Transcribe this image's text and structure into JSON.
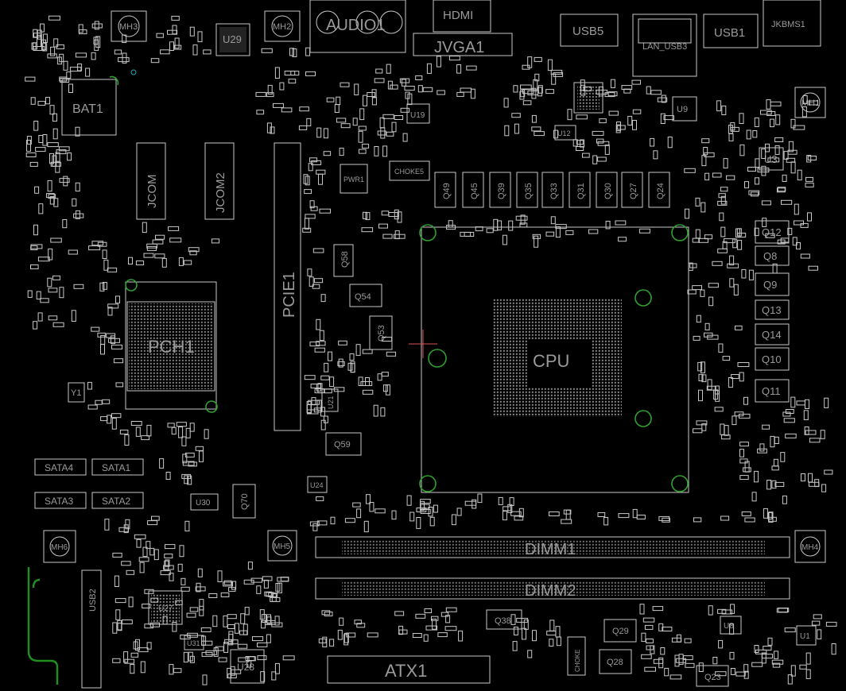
{
  "board": {
    "background": "#000000",
    "silkscreen_color": "#c8c8c8",
    "hole_color": "#2fa02f"
  },
  "labels": {
    "mh3": "MH3",
    "mh2": "MH2",
    "mh1": "MH1",
    "mh4": "MH4",
    "mh5": "MH5",
    "mh6": "MH6",
    "u29": "U29",
    "audio1": "AUDIO1",
    "hdmi": "HDMI",
    "jvga1": "JVGA1",
    "usb5": "USB5",
    "lan_usb3": "LAN_USB3",
    "usb1": "USB1",
    "jkbms1": "JKBMS1",
    "bat1": "BAT1",
    "u19": "U19",
    "u9": "U9",
    "u12": "U12",
    "u3": "U3",
    "u1": "U1",
    "u8": "U8",
    "u21": "U21",
    "u24": "U24",
    "u30": "U30",
    "u31": "U31",
    "u28": "U28",
    "u27": "U27",
    "pwr1": "PWR1",
    "choke5": "CHOKE5",
    "choke": "CHOKE",
    "jcom": "JCOM",
    "jcom2": "JCOM2",
    "pcie1": "PCIE1",
    "pch1": "PCH1",
    "y1": "Y1",
    "cpu": "CPU",
    "q49": "Q49",
    "q45": "Q45",
    "q39": "Q39",
    "q35": "Q35",
    "q33": "Q33",
    "q31": "Q31",
    "q30": "Q30",
    "q27": "Q27",
    "q24": "Q24",
    "q58": "Q58",
    "q54": "Q54",
    "q53": "Q53",
    "q59": "Q59",
    "q70": "Q70",
    "q12": "Q12",
    "q8": "Q8",
    "q9": "Q9",
    "q13": "Q13",
    "q14": "Q14",
    "q10": "Q10",
    "q11": "Q11",
    "q38": "Q38",
    "q29": "Q29",
    "q28": "Q28",
    "q23": "Q23",
    "sata4": "SATA4",
    "sata1": "SATA1",
    "sata3": "SATA3",
    "sata2": "SATA2",
    "usb2": "USB2",
    "dimm1": "DIMM1",
    "dimm2": "DIMM2",
    "atx1": "ATX1"
  }
}
